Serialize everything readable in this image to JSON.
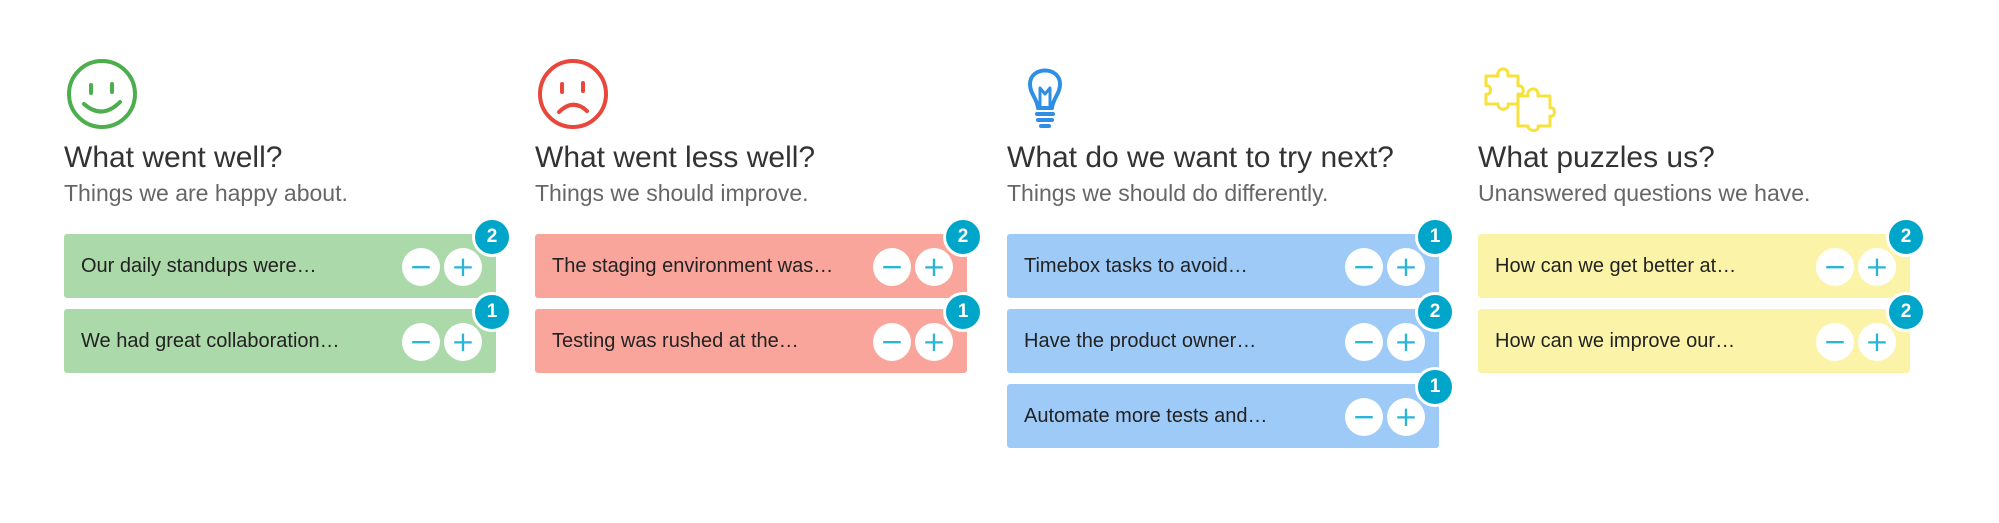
{
  "colors": {
    "well": "#acd9a9",
    "less_well": "#f9a59c",
    "try_next": "#9ecaf8",
    "puzzles": "#fbf4a8",
    "badge": "#00a6c9",
    "icon_well": "#4cae4c",
    "icon_less_well": "#e8473b",
    "icon_try_next": "#2f8fe5",
    "icon_puzzles": "#f5e23c"
  },
  "columns": [
    {
      "key": "well",
      "icon": "smiley-icon",
      "title": "What went well?",
      "subtitle": "Things we are happy about.",
      "cards": [
        {
          "text": "Our daily standups were…",
          "votes": "2"
        },
        {
          "text": "We had great collaboration…",
          "votes": "1"
        }
      ]
    },
    {
      "key": "less_well",
      "icon": "sad-face-icon",
      "title": "What went less well?",
      "subtitle": "Things we should improve.",
      "cards": [
        {
          "text": "The staging environment was…",
          "votes": "2"
        },
        {
          "text": "Testing was rushed at the…",
          "votes": "1"
        }
      ]
    },
    {
      "key": "try_next",
      "icon": "lightbulb-icon",
      "title": "What do we want to try next?",
      "subtitle": "Things we should do differently.",
      "cards": [
        {
          "text": "Timebox tasks to avoid…",
          "votes": "1"
        },
        {
          "text": "Have the product owner…",
          "votes": "2"
        },
        {
          "text": "Automate more tests and…",
          "votes": "1"
        }
      ]
    },
    {
      "key": "puzzles",
      "icon": "puzzle-icon",
      "title": "What puzzles us?",
      "subtitle": "Unanswered questions we have.",
      "cards": [
        {
          "text": "How can we get better at…",
          "votes": "2"
        },
        {
          "text": "How can we improve our…",
          "votes": "2"
        }
      ]
    }
  ],
  "controls": {
    "minus_label": "−",
    "plus_label": "+"
  }
}
